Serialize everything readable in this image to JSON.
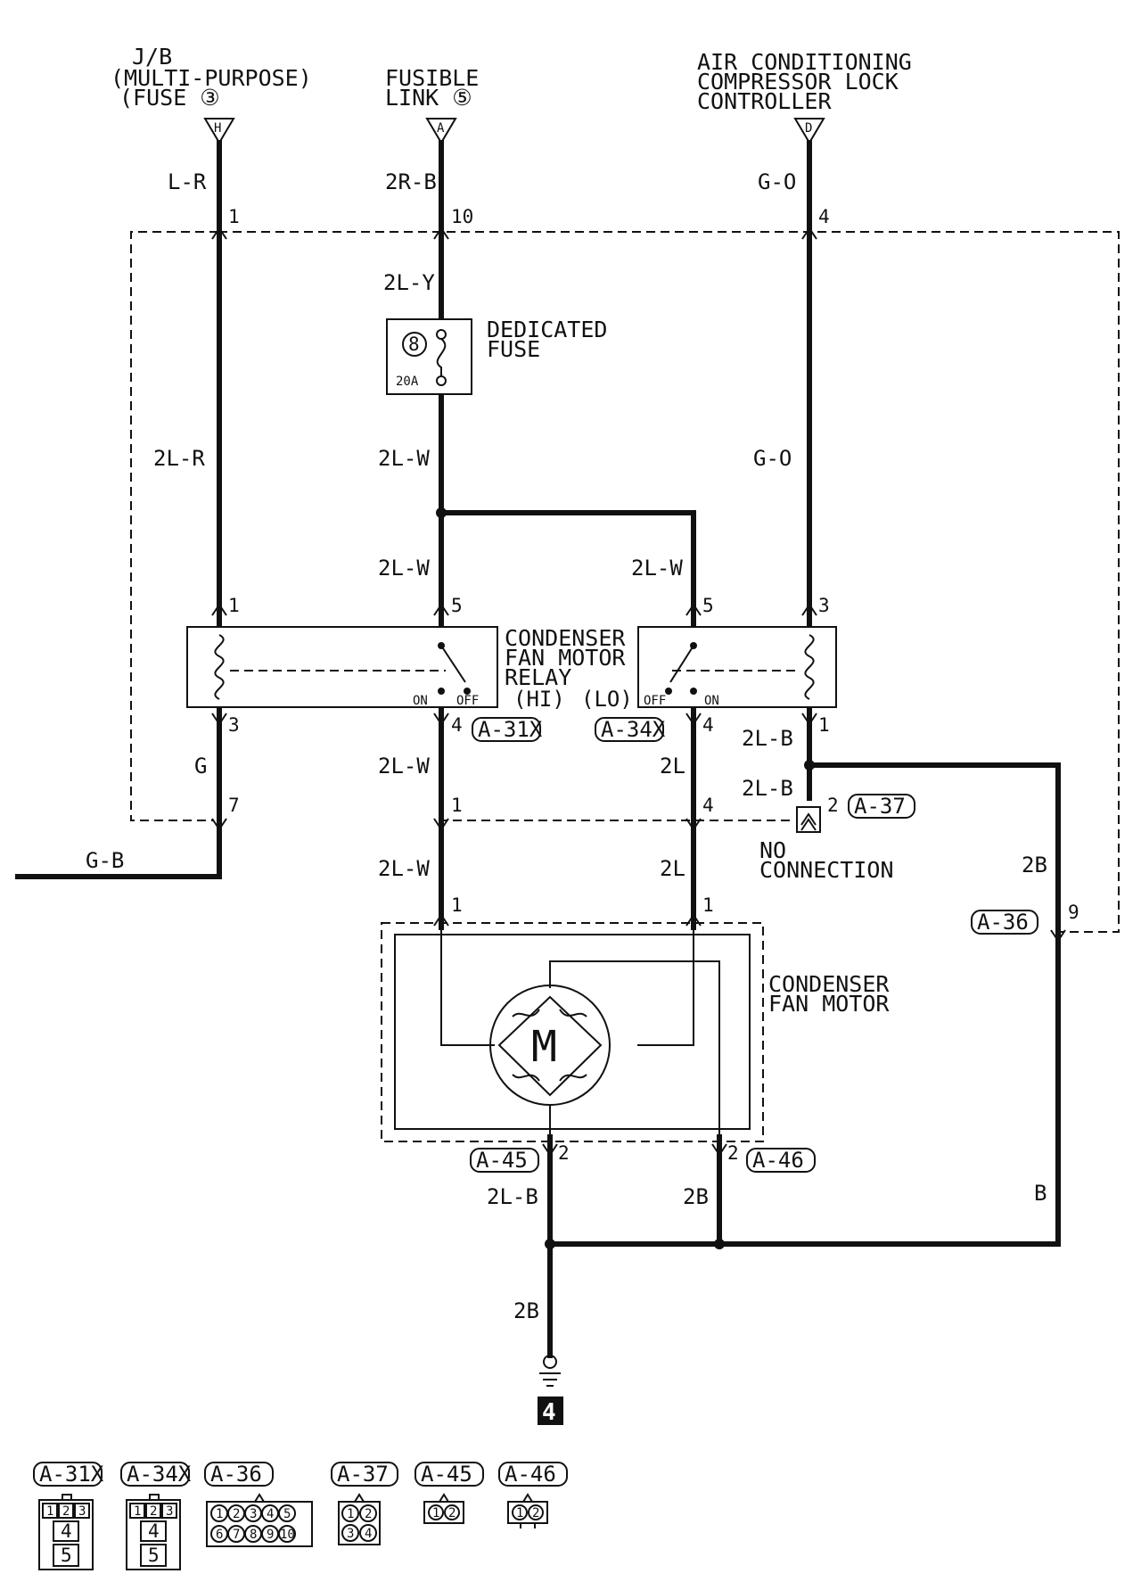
{
  "sources": {
    "jb_fuse": {
      "line1": "J/B",
      "line2": "(MULTI-PURPOSE)",
      "line3": "(FUSE ③",
      "terminal": "H"
    },
    "fusible_link": {
      "line1": "FUSIBLE",
      "line2": "LINK ⑤",
      "terminal": "A"
    },
    "ac_controller": {
      "line1": "AIR CONDITIONING",
      "line2": "COMPRESSOR LOCK",
      "line3": "CONTROLLER",
      "terminal": "D"
    }
  },
  "wire_labels": {
    "l_r": "L-R",
    "2r_b": "2R-B",
    "g_o_top": "G-O",
    "2l_y": "2L-Y",
    "2l_r": "2L-R",
    "2l_w_a": "2L-W",
    "g_o_mid": "G-O",
    "2l_w_b": "2L-W",
    "2l_w_c": "2L-W",
    "g": "G",
    "2l_w_d": "2L-W",
    "2l_a": "2L",
    "2l_b_a": "2L-B",
    "2l_b_b": "2L-B",
    "g_b": "G-B",
    "2l_w_e": "2L-W",
    "2l_c": "2L",
    "2b_a": "2B",
    "2l_b_c": "2L-B",
    "2b_b": "2B",
    "b": "B",
    "2b_c": "2B"
  },
  "pins": {
    "p1_top": "1",
    "p10_top": "10",
    "p4_top": "4",
    "r_hi_1": "1",
    "r_hi_5": "5",
    "r_lo_5": "5",
    "r_lo_3": "3",
    "r_hi_3": "3",
    "r_hi_4": "4",
    "r_lo_4": "4",
    "r_lo_1": "1",
    "j_7": "7",
    "j_1": "1",
    "j_4": "4",
    "j_2": "2",
    "m_1a": "1",
    "m_1b": "1",
    "j_9": "9",
    "m_2a": "2",
    "m_2b": "2"
  },
  "components": {
    "fuse": {
      "label1": "DEDICATED",
      "label2": "FUSE",
      "number": "8",
      "rating": "20A"
    },
    "relay": {
      "label1": "CONDENSER",
      "label2": "FAN MOTOR",
      "label3": "RELAY",
      "hi": "(HI)",
      "lo": "(LO)",
      "on": "ON",
      "off": "OFF"
    },
    "motor": {
      "label1": "CONDENSER",
      "label2": "FAN MOTOR",
      "symbol": "M"
    },
    "no_connection": {
      "label1": "NO",
      "label2": "CONNECTION"
    },
    "ground": {
      "number": "4"
    }
  },
  "connectors": {
    "a31x": "A-31X",
    "a34x": "A-34X",
    "a36": "A-36",
    "a37": "A-37",
    "a45": "A-45",
    "a46": "A-46"
  },
  "legend": {
    "items": [
      "A-31X",
      "A-34X",
      "A-36",
      "A-37",
      "A-45",
      "A-46"
    ],
    "relay_pins_top": [
      "1",
      "2",
      "3"
    ],
    "relay_pins_mid": "4",
    "relay_pins_bot": "5",
    "a36_row1": [
      "1",
      "2",
      "3",
      "4",
      "5"
    ],
    "a36_row2": [
      "6",
      "7",
      "8",
      "9",
      "10"
    ],
    "a37_row1": [
      "1",
      "2"
    ],
    "a37_row2": [
      "3",
      "4"
    ],
    "two_pin": [
      "1",
      "2"
    ]
  }
}
